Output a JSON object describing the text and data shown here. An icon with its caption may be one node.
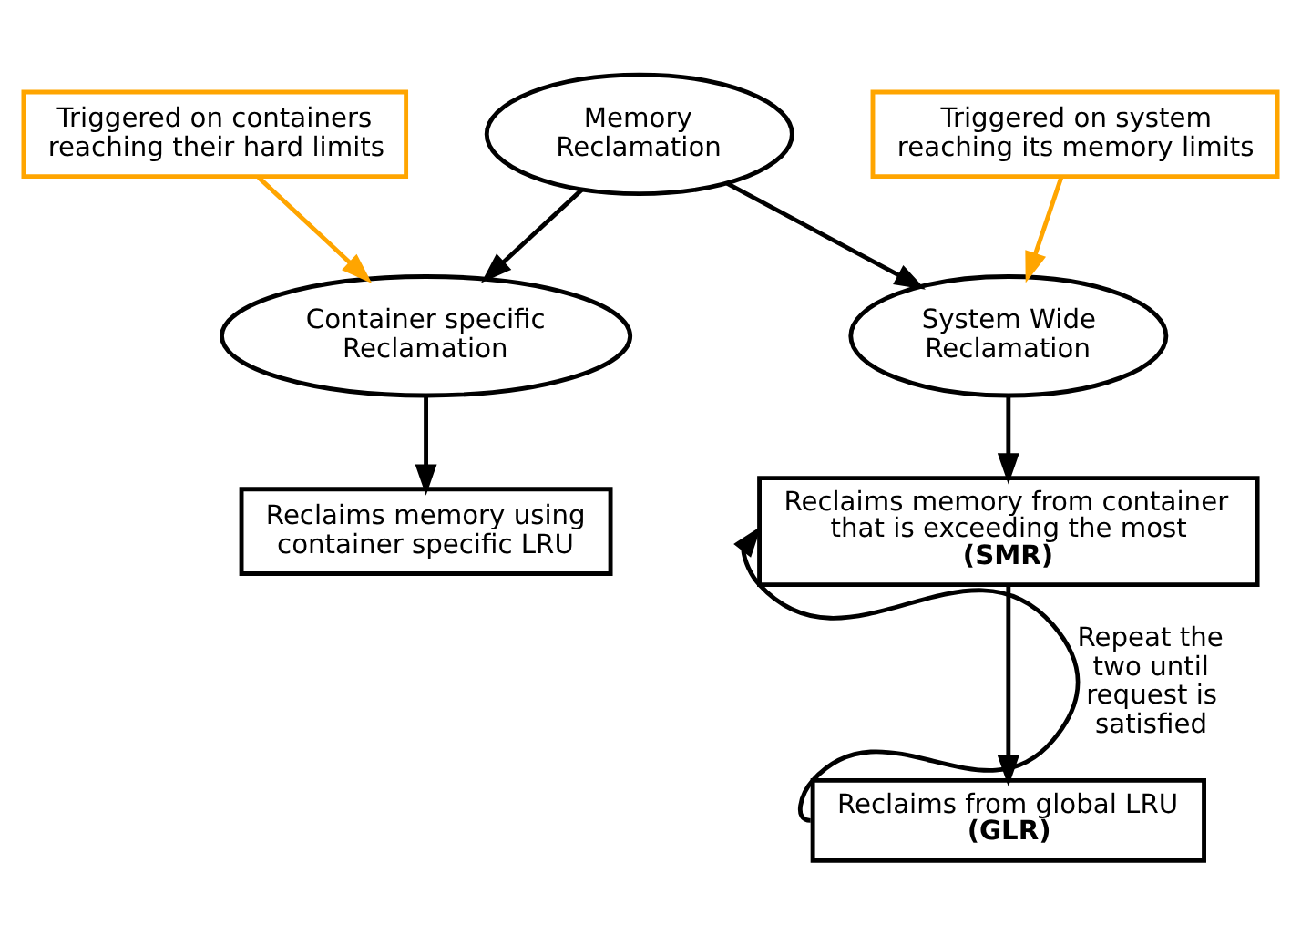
{
  "diagram": {
    "nodes": [
      {
        "text": [
          "Triggered on containers reaching their hard limits"
        ]
      },
      {
        "text": [
          "Memory Reclamation"
        ]
      },
      {
        "text": [
          "Triggered on system reaching its memory limits"
        ]
      },
      {
        "text": [
          "Container specific Reclamation"
        ]
      },
      {
        "text": [
          "System Wide Reclamation"
        ]
      },
      {
        "text": [
          "Reclaims memory using container specific LRU"
        ]
      },
      {
        "text": [
          "Reclaims memory from container that is exceeding the most",
          "(SMR)"
        ]
      },
      {
        "text": [
          "Reclaims from global LRU",
          "(GLR)"
        ]
      }
    ],
    "edges": [
      {
        "from": 1,
        "to": 3,
        "arrow": "to"
      },
      {
        "from": 1,
        "to": 4,
        "arrow": "to"
      },
      {
        "from": 0,
        "to": 3,
        "arrow": "to",
        "color": "#ffa500"
      },
      {
        "from": 2,
        "to": 4,
        "arrow": "to",
        "color": "#ffa500"
      },
      {
        "from": 3,
        "to": 5,
        "arrow": "to"
      },
      {
        "from": 4,
        "to": 6,
        "arrow": "to"
      },
      {
        "from": 6,
        "to": 7,
        "arrow": "to"
      },
      {
        "from": 7,
        "to": 6,
        "arrow": "to",
        "label": "Repeat the two until request is satisfied"
      }
    ]
  }
}
